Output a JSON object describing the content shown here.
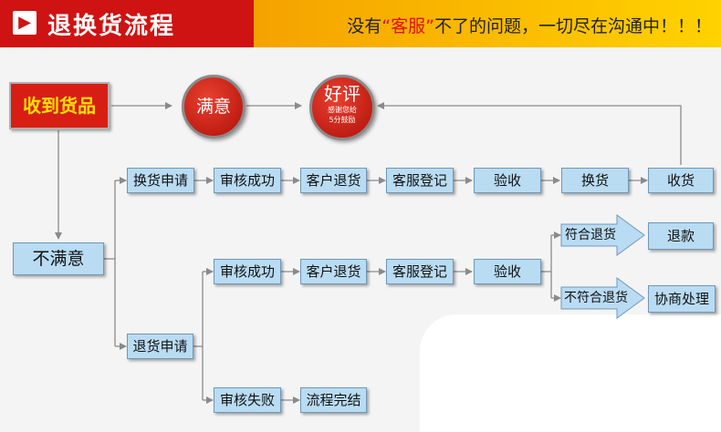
{
  "header": {
    "icon": "chevron-right-icon",
    "title": "退换货流程",
    "slogan_pre": "没有",
    "slogan_highlight": "“客服”",
    "slogan_post": "不了的问题，一切尽在沟通中！！！"
  },
  "flow": {
    "received": "收到货品",
    "satisfied": "满意",
    "good_review": "好评",
    "good_review_note1": "感谢您给",
    "good_review_note2": "5分鼓励",
    "unsatisfied": "不满意",
    "exchange_apply": "换货申请",
    "return_apply": "退货申请",
    "exchange_row": [
      "审核成功",
      "客户退货",
      "客服登记",
      "验收",
      "换货",
      "收货"
    ],
    "return_row": [
      "审核成功",
      "客户退货",
      "客服登记",
      "验收"
    ],
    "fail_row": [
      "审核失败",
      "流程完结"
    ],
    "qualified": "符合退货",
    "refund": "退款",
    "unqualified": "不符合退货",
    "negotiate": "协商处理"
  }
}
